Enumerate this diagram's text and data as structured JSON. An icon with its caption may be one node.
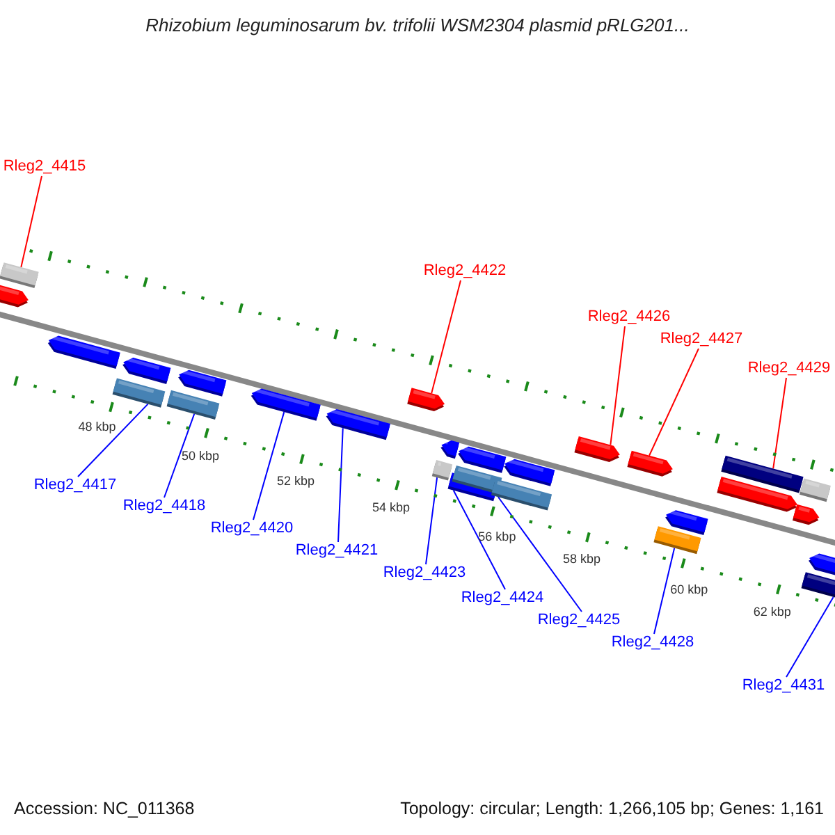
{
  "diagram": {
    "title": "Rhizobium leguminosarum bv. trifolii WSM2304 plasmid pRLG201...",
    "nodes": [
      {
        "text": [
          "Rleg2_4415"
        ]
      },
      {
        "text": [
          "Rleg2_4422"
        ]
      },
      {
        "text": [
          "Rleg2_4426"
        ]
      },
      {
        "text": [
          "Rleg2_4427"
        ]
      },
      {
        "text": [
          "Rleg2_4429"
        ]
      },
      {
        "text": [
          "Rleg2_4417"
        ]
      },
      {
        "text": [
          "Rleg2_4418"
        ]
      },
      {
        "text": [
          "Rleg2_4420"
        ]
      },
      {
        "text": [
          "Rleg2_4421"
        ]
      },
      {
        "text": [
          "Rleg2_4423"
        ]
      },
      {
        "text": [
          "Rleg2_4424"
        ]
      },
      {
        "text": [
          "Rleg2_4425"
        ]
      },
      {
        "text": [
          "Rleg2_4428"
        ]
      },
      {
        "text": [
          "Rleg2_4431"
        ]
      },
      {
        "text": [],
        "shape": "pentagon"
      },
      {
        "text": [],
        "shape": "box"
      },
      {
        "text": [],
        "shape": "pentagon"
      },
      {
        "text": [],
        "shape": "box"
      },
      {
        "text": [],
        "shape": "pentagon"
      },
      {
        "text": [],
        "shape": "box"
      },
      {
        "text": [],
        "shape": "pentagon"
      },
      {
        "text": [],
        "shape": "pentagon"
      },
      {
        "text": [],
        "shape": "pentagon"
      },
      {
        "text": [],
        "shape": "pentagon"
      },
      {
        "text": [],
        "shape": "box"
      },
      {
        "text": [],
        "shape": "pentagon"
      },
      {
        "text": [],
        "shape": "box"
      },
      {
        "text": [],
        "shape": "box"
      },
      {
        "text": [],
        "shape": "pentagon"
      },
      {
        "text": [],
        "shape": "box"
      },
      {
        "text": [],
        "shape": "pentagon"
      },
      {
        "text": [],
        "shape": "pentagon"
      },
      {
        "text": [],
        "shape": "pentagon"
      },
      {
        "text": [],
        "shape": "box"
      },
      {
        "text": [],
        "shape": "pentagon"
      },
      {
        "text": [],
        "shape": "pentagon"
      },
      {
        "text": [],
        "shape": "box"
      },
      {
        "text": [],
        "shape": "pentagon"
      },
      {
        "text": [],
        "shape": "box"
      },
      {
        "text": [],
        "shape": "box"
      },
      {
        "text": [],
        "shape": "pentagon"
      }
    ],
    "edges": [
      {
        "from": 0,
        "to": 15,
        "arrow": "none",
        "color": "#ff0000"
      },
      {
        "from": 1,
        "to": 23,
        "arrow": "none",
        "color": "#ff0000"
      },
      {
        "from": 2,
        "to": 31,
        "arrow": "none",
        "color": "#ff0000"
      },
      {
        "from": 3,
        "to": 32,
        "arrow": "none",
        "color": "#ff0000"
      },
      {
        "from": 4,
        "to": 36,
        "arrow": "none",
        "color": "#ff0000"
      },
      {
        "from": 5,
        "to": 17,
        "arrow": "none"
      },
      {
        "from": 6,
        "to": 19,
        "arrow": "none"
      },
      {
        "from": 7,
        "to": 21,
        "arrow": "none"
      },
      {
        "from": 8,
        "to": 22,
        "arrow": "none"
      },
      {
        "from": 9,
        "to": 24,
        "arrow": "none"
      },
      {
        "from": 10,
        "to": 26,
        "arrow": "none"
      },
      {
        "from": 11,
        "to": 29,
        "arrow": "none"
      },
      {
        "from": 12,
        "to": 33,
        "arrow": "none"
      },
      {
        "from": 13,
        "to": 39,
        "arrow": "none"
      }
    ],
    "labels": [
      "48 kbp",
      "50 kbp",
      "52 kbp",
      "54 kbp",
      "56 kbp",
      "58 kbp",
      "60 kbp",
      "62 kbp",
      "Accession: NC_011368",
      "Topology: circular; Length: 1,266,105 bp; Genes: 1,161"
    ]
  }
}
